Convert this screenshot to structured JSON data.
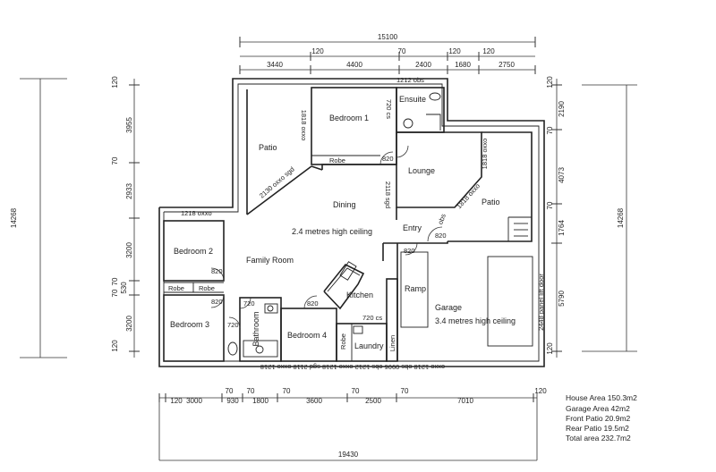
{
  "rooms": {
    "bedroom1": "Bedroom 1",
    "ensuite": "Ensuite",
    "patio_front": "Patio",
    "lounge": "Lounge",
    "patio_rear": "Patio",
    "dining": "Dining",
    "ceiling_main": "2.4 metres high ceiling",
    "entry": "Entry",
    "bedroom2": "Bedroom 2",
    "family_room": "Family Room",
    "kitchen": "Kitchen",
    "ramp": "Ramp",
    "garage": "Garage",
    "ceiling_garage": "3.4 metres high ceiling",
    "bedroom3": "Bedroom 3",
    "bathroom": "Bathroom",
    "bedroom4": "Bedroom 4",
    "laundry": "Laundry",
    "linen": "Linen",
    "robe_b1": "Robe",
    "robe_b2a": "Robe",
    "robe_b2b": "Robe",
    "robe_b4": "Robe"
  },
  "openings": {
    "obs_1212_top": "1212 obs",
    "cs_720_ensuite": "720 cs",
    "oxxo_1818_patio": "1818 oxxo",
    "sgd_2130": "2130 oxxo sgd",
    "sgd_2118": "2118 sgd",
    "oxxo_1818_lounge": "1818 oxxo",
    "oxxo_1818_rear": "1818 oxxo",
    "oxxo_1218_b2": "1218 oxxo",
    "cs_720_kitchen": "720 cs",
    "panel_door": "2448 panel lift door",
    "bottom_row": "oxxo 1218 obs 0906 obs 1212 oxxo 1218 sgd 2118 oxxo 1218",
    "obs": "obs"
  },
  "door_labels": {
    "d820_robe": "820",
    "d820_lounge": "820",
    "d820_entry": "820",
    "d820_garage": "820",
    "d820_b2": "820",
    "d820_b3": "820",
    "d820_b4": "820",
    "d720_bath_top": "720",
    "d720_bath_side": "720"
  },
  "dimensions": {
    "top_total": "15100",
    "top_row1": [
      "120",
      "70",
      "120",
      "120"
    ],
    "top_row2": [
      "3440",
      "4400",
      "2400",
      "1680",
      "2750"
    ],
    "left_total": "14268",
    "left_segments": [
      "120",
      "3955",
      "70",
      "2933",
      "3200",
      "70",
      "530",
      "70",
      "3200",
      "120"
    ],
    "right_total": "14268",
    "right_segments": [
      "120",
      "2190",
      "70",
      "4073",
      "70",
      "1764",
      "5790",
      "120"
    ],
    "bottom_total": "19430",
    "bottom_row1": [
      "120",
      "3000",
      "70",
      "930",
      "70",
      "1800",
      "70",
      "3600",
      "70",
      "2500",
      "70",
      "7010",
      "120"
    ]
  },
  "areas": [
    "House Area 150.3m2",
    "Garage Area 42m2",
    "Front Patio 20.9m2",
    "Rear Patio 19.5m2",
    "Total area 232.7m2"
  ]
}
